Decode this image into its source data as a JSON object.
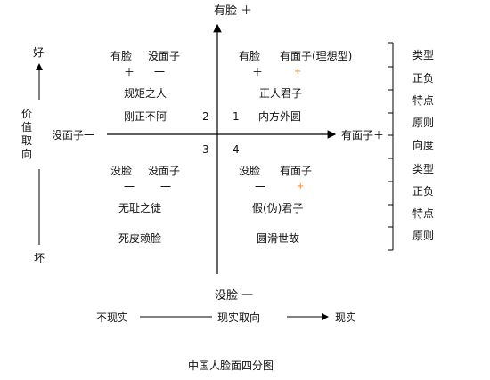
{
  "axes": {
    "top": "有脸 ＋",
    "bottom": "没脸 一",
    "left": "没面子一",
    "right": "有面子＋",
    "value_top": "好",
    "value_label": "价值取向",
    "value_bottom": "坏",
    "reality_left": "不现实",
    "reality_mid": "现实取向",
    "reality_right": "现实"
  },
  "quadrant_numbers": {
    "q1": "1",
    "q2": "2",
    "q3": "3",
    "q4": "4"
  },
  "quadrants": {
    "top_left": {
      "face": "有脸",
      "mianzi": "没面子",
      "face_sign": "＋",
      "mianzi_sign": "一",
      "type": "规矩之人",
      "feature": "刚正不阿"
    },
    "top_right": {
      "face": "有脸",
      "mianzi": "有面子(理想型)",
      "face_sign": "＋",
      "mianzi_sign": "+",
      "type": "正人君子",
      "feature": "内方外圆"
    },
    "bottom_left": {
      "face": "没脸",
      "mianzi": "没面子",
      "face_sign": "一",
      "mianzi_sign": "一",
      "type": "无耻之徒",
      "feature": "死皮赖脸"
    },
    "bottom_right": {
      "face": "没脸",
      "mianzi": "有面子",
      "face_sign": "一",
      "mianzi_sign": "+",
      "type": "假(伪)君子",
      "feature": "圆滑世故"
    }
  },
  "bracket_labels": [
    "类型",
    "正负",
    "特点",
    "原则",
    "向度",
    "类型",
    "正负",
    "特点",
    "原则"
  ],
  "caption": "中国人脸面四分图",
  "colors": {
    "line": "#000000",
    "mark": "#ff7f0e"
  }
}
